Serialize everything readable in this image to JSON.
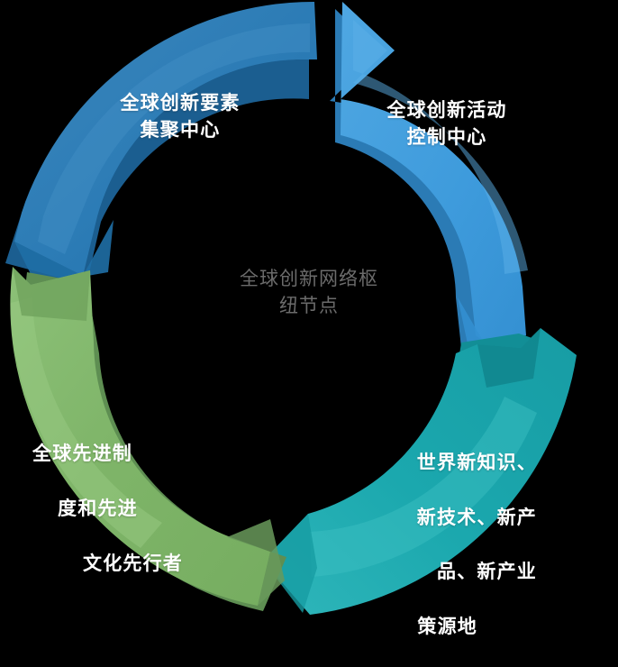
{
  "diagram": {
    "type": "circular-cycle-arrow-diagram",
    "center": {
      "text": "全球创新网络枢\n纽节点",
      "color": "#6b6b6b"
    },
    "background_color": "#000000",
    "segments": [
      {
        "id": "top-left",
        "name": "global-innovation-elements-hub",
        "text": "全球创新要素\n集聚中心",
        "fill": "#2B7BB5",
        "highlight": "#3C87BD",
        "shade": "#1B5E90",
        "text_color": "#ffffff"
      },
      {
        "id": "top-right",
        "name": "global-innovation-activity-control-center",
        "text": "全球创新活动\n控制中心",
        "fill": "#3E9BDC",
        "highlight": "#4FA7E2",
        "shade": "#2B7BB5",
        "text_color": "#ffffff"
      },
      {
        "id": "bottom-right",
        "name": "world-new-knowledge-source",
        "lines": [
          "世界新知识、",
          "新技术、新产",
          "品、新产业",
          "策源地"
        ],
        "text": "世界新知识、\n新技术、新产\n品、新产业\n策源地",
        "fill": "#1BA8AE",
        "highlight": "#2FB6BA",
        "shade": "#128E96",
        "text_color": "#ffffff"
      },
      {
        "id": "bottom-left",
        "name": "global-advanced-system-culture-pioneer",
        "lines": [
          "全球先进制",
          "度和先进",
          "文化先行者"
        ],
        "text": "全球先进制\n度和先进\n文化先行者",
        "fill": "#7FB569",
        "highlight": "#8CC077",
        "shade": "#5E8E52",
        "text_color": "#ffffff"
      }
    ]
  }
}
